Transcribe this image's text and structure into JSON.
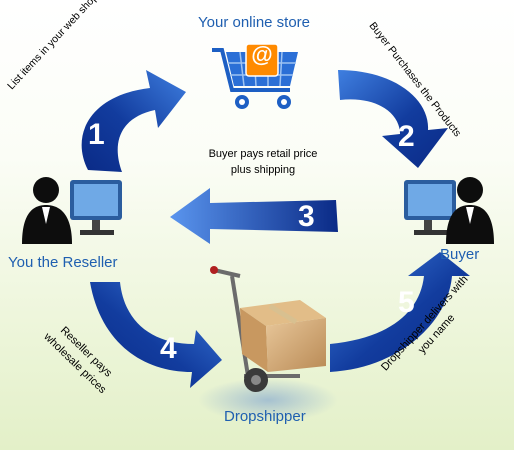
{
  "nodes": {
    "store": "Your online store",
    "reseller": "You the Reseller",
    "buyer": "Buyer",
    "dropshipper": "Dropshipper"
  },
  "steps": [
    {
      "number": "1",
      "text": "List items in your web shop"
    },
    {
      "number": "2",
      "text": "Buyer Purchases the Products"
    },
    {
      "number": "3",
      "text_lines": [
        "Buyer pays retail price",
        "plus shipping"
      ]
    },
    {
      "number": "4",
      "text_lines": [
        "Reseller pays",
        "wholesale prices"
      ]
    },
    {
      "number": "5",
      "text_lines": [
        "Dropshipper delivers with",
        "you name"
      ]
    }
  ],
  "cart_symbol": "@",
  "colors": {
    "arrow_dark": "#0a2a86",
    "arrow_light": "#3f7fe0",
    "label_blue": "#1f5fb0",
    "cart_orange": "#ff8a00"
  }
}
